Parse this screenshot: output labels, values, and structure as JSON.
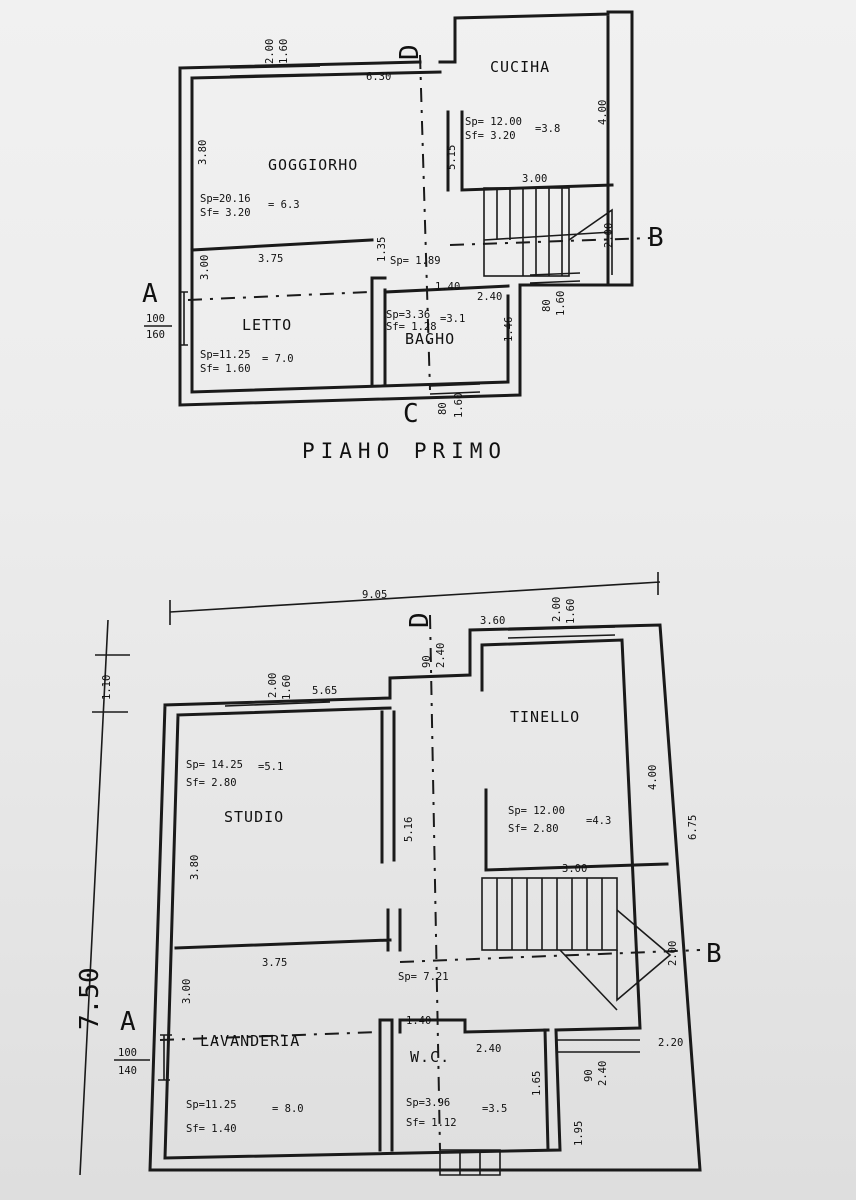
{
  "first_floor": {
    "title": "PIAHO  PRIMO",
    "rooms": {
      "kitchen": "CUCIHA",
      "living": "GOGGIORHO",
      "bedroom": "LETTO",
      "bath": "BAGHO"
    },
    "areas": {
      "kitchen_sp": "Sp= 12.00",
      "kitchen_sf": "Sf= 3.20",
      "kitchen_ratio": "=3.8",
      "living_sp": "Sp=20.16",
      "living_sf": "Sf= 3.20",
      "living_ratio": "= 6.3",
      "bedroom_sp": "Sp=11.25",
      "bedroom_sf": "Sf= 1.60",
      "bedroom_ratio": "= 7.0",
      "bath_sp": "Sp=3.36",
      "bath_sf": "Sf= 1.28",
      "bath_ratio": "=3.1",
      "hall_sp": "Sp= 1.89"
    },
    "dims": {
      "d_200_160_top": [
        "2.00",
        "1.60"
      ],
      "d_630": "6.30",
      "d_380": "3.80",
      "d_515": "5.15",
      "d_300": "3.00",
      "d_400": "4.00",
      "d_375": "3.75",
      "d_200_right": "2.00",
      "d_300_left": "3.00",
      "d_135": "1.35",
      "d_140": "1.40",
      "d_240": "2.40",
      "d_80_160_right": [
        "80",
        "1.60"
      ],
      "d_146": "1.46",
      "d_100_160_left": [
        "100",
        "160"
      ],
      "d_80_160_bottom": [
        "80",
        "1.60"
      ]
    },
    "markers": {
      "a": "A",
      "b": "B",
      "c": "C",
      "d": "D"
    }
  },
  "ground_floor": {
    "rooms": {
      "dining": "TINELLO",
      "study": "STUDIO",
      "laundry": "LAVANDERIA",
      "wc": "W.C."
    },
    "areas": {
      "dining_sp": "Sp= 12.00",
      "dining_sf": "Sf= 2.80",
      "dining_ratio": "=4.3",
      "study_sp": "Sp= 14.25",
      "study_sf": "Sf= 2.80",
      "study_ratio": "=5.1",
      "laundry_sp": "Sp=11.25",
      "laundry_sf": "Sf= 1.40",
      "laundry_ratio": "= 8.0",
      "wc_sp": "Sp=3.96",
      "wc_sf": "Sf= 1.12",
      "wc_ratio": "=3.5",
      "hall_sp": "Sp= 7.21"
    },
    "dims": {
      "d_905": "9.05",
      "d_360": "3.60",
      "d_200_160_right": [
        "2.00",
        "1.60"
      ],
      "d_90_240": [
        "90",
        "2.40"
      ],
      "d_200_160_left": [
        "2.00",
        "1.60"
      ],
      "d_565": "5.65",
      "d_110": "1.10",
      "d_750": "7.50",
      "d_400": "4.00",
      "d_516": "5.16",
      "d_380": "3.80",
      "d_675": "6.75",
      "d_300_stairs": "3.00",
      "d_200_right": "2.00",
      "d_375": "3.75",
      "d_300_left": "3.00",
      "d_140": "1.40",
      "d_240_wc": "2.40",
      "d_165": "1.65",
      "d_100_140": [
        "100",
        "140"
      ],
      "d_90_240_bottom": [
        "90",
        "2.40"
      ],
      "d_220": "2.20",
      "d_195": "1.95"
    },
    "markers": {
      "a": "A",
      "b": "B",
      "d": "D"
    }
  }
}
